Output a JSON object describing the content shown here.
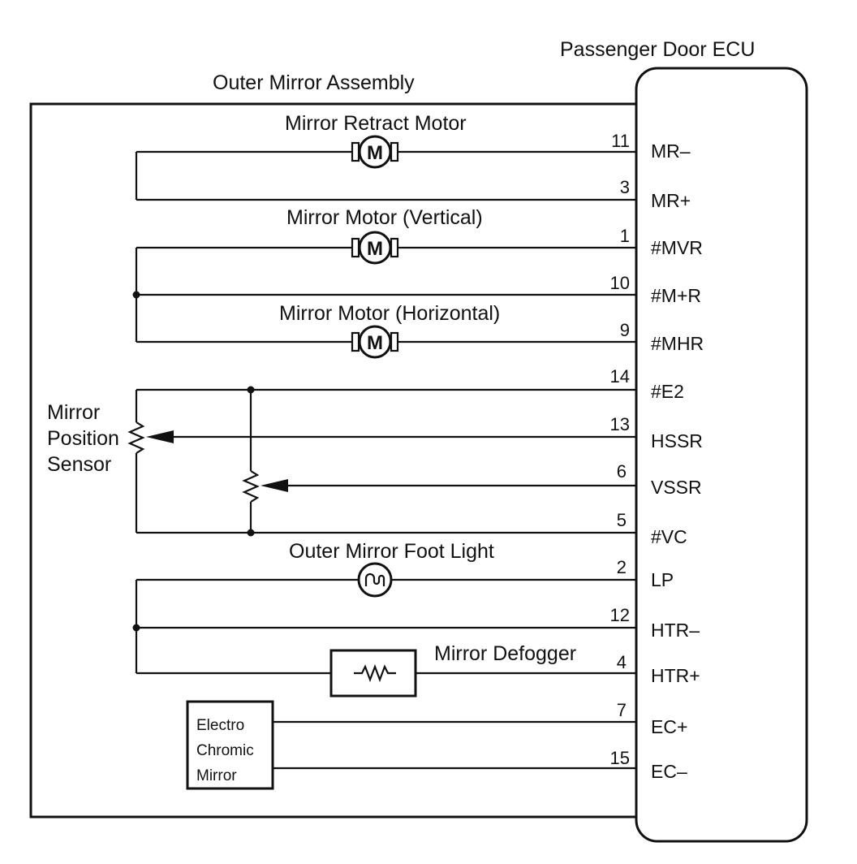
{
  "ecu": {
    "title": "Passenger Door ECU"
  },
  "assembly": {
    "title": "Outer Mirror Assembly"
  },
  "components": {
    "retract_motor": "Mirror Retract Motor",
    "motor_vertical": "Mirror Motor (Vertical)",
    "motor_horizontal": "Mirror Motor (Horizontal)",
    "position_sensor": [
      "Mirror",
      "Position",
      "Sensor"
    ],
    "foot_light": "Outer Mirror Foot Light",
    "defogger": "Mirror Defogger",
    "ec_mirror": [
      "Electro",
      "Chromic",
      "Mirror"
    ],
    "motor_symbol": "M"
  },
  "pins": [
    {
      "num": "11",
      "signal": "MR–"
    },
    {
      "num": "3",
      "signal": "MR+"
    },
    {
      "num": "1",
      "signal": "#MVR"
    },
    {
      "num": "10",
      "signal": "#M+R"
    },
    {
      "num": "9",
      "signal": "#MHR"
    },
    {
      "num": "14",
      "signal": "#E2"
    },
    {
      "num": "13",
      "signal": "HSSR"
    },
    {
      "num": "6",
      "signal": "VSSR"
    },
    {
      "num": "5",
      "signal": "#VC"
    },
    {
      "num": "2",
      "signal": "LP"
    },
    {
      "num": "12",
      "signal": "HTR–"
    },
    {
      "num": "4",
      "signal": "HTR+"
    },
    {
      "num": "7",
      "signal": "EC+"
    },
    {
      "num": "15",
      "signal": "EC–"
    }
  ]
}
